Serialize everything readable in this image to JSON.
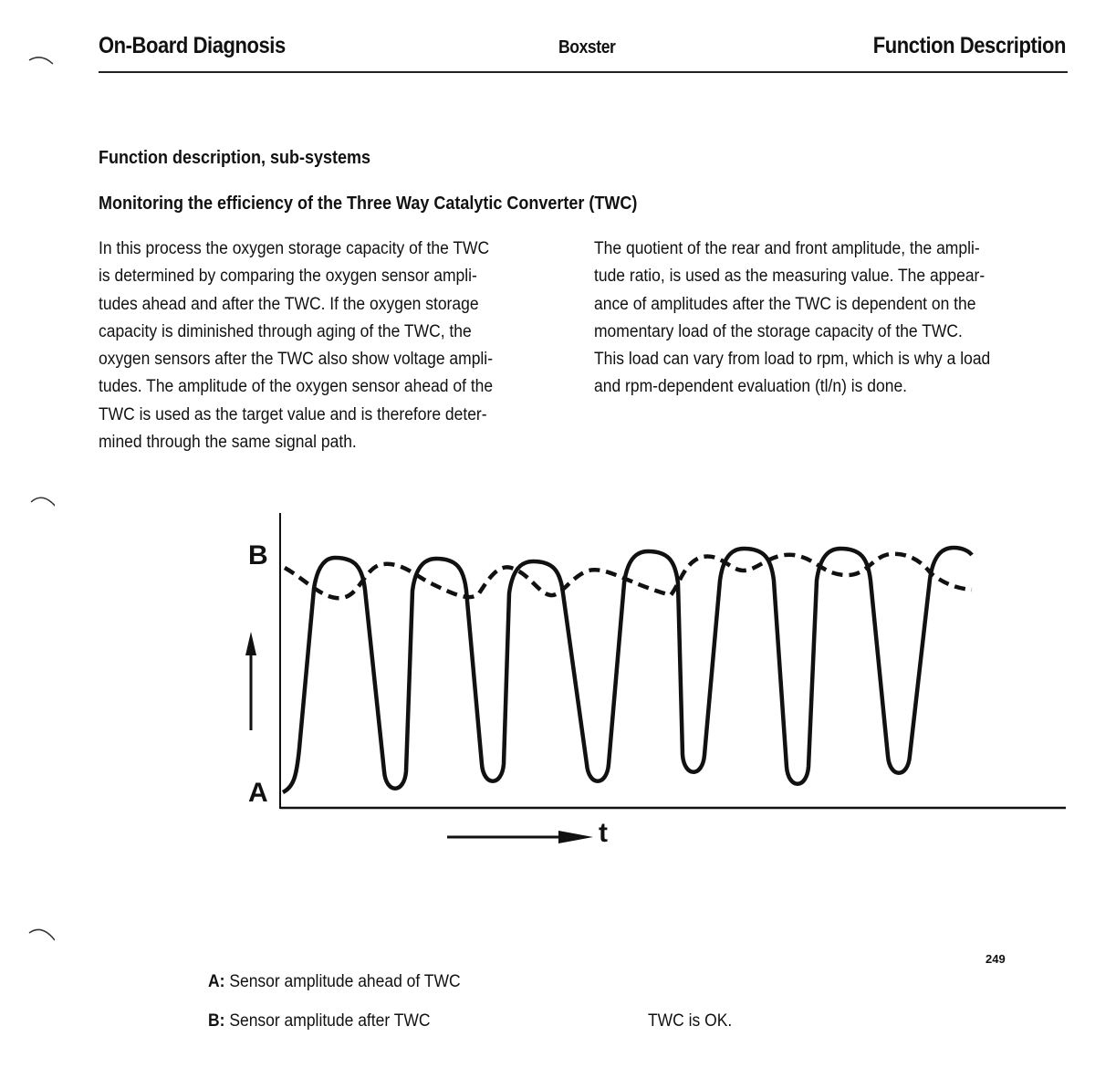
{
  "header": {
    "left": "On-Board Diagnosis",
    "center": "Boxster",
    "right": "Function Description"
  },
  "section_title": "Function description, sub-systems",
  "subsection_title": "Monitoring the efficiency of the Three Way Catalytic Converter (TWC)",
  "paragraph_left": [
    "In this process the oxygen storage capacity of the TWC",
    "is determined by comparing the oxygen sensor ampli-",
    "tudes ahead and after the TWC. If the oxygen storage",
    "capacity is diminished through aging of the TWC, the",
    "oxygen sensors after the TWC also show voltage ampli-",
    "tudes.  The amplitude of the oxygen sensor ahead of the",
    "TWC is used as the target value and is therefore deter-",
    "mined through the same signal path."
  ],
  "paragraph_right": [
    "The quotient of the rear and front amplitude, the ampli-",
    "tude ratio, is used as the measuring value. The appear-",
    "ance of amplitudes after the TWC is dependent on the",
    "momentary load of the storage capacity of the TWC.",
    "This load can vary from load to rpm, which is why a load",
    "and rpm-dependent evaluation (tl/n) is done."
  ],
  "diagram": {
    "label_b": "B",
    "label_a": "A",
    "x_label": "t"
  },
  "page_number": "249",
  "legend": {
    "a_key": "A:",
    "a_text": " Sensor amplitude ahead of TWC",
    "b_key": "B:",
    "b_text": " Sensor amplitude after TWC"
  },
  "status": "TWC is OK."
}
